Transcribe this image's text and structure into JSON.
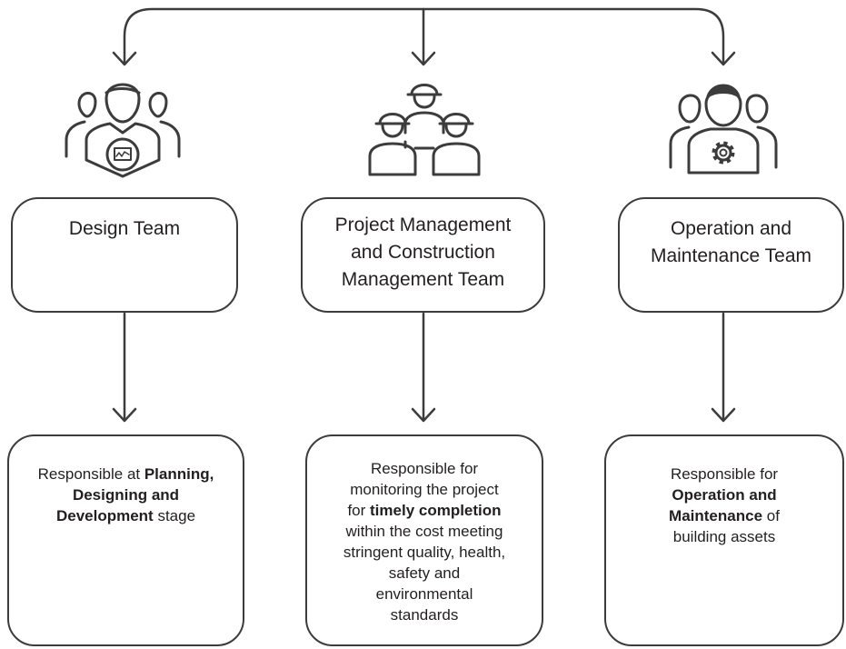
{
  "colors": {
    "stroke": "#3c3c3c",
    "text": "#231f20",
    "background": "#ffffff"
  },
  "teams": [
    {
      "icon": "design-team-icon",
      "name": "Design Team",
      "responsibility": {
        "prefix": "Responsible at ",
        "bold": "Planning, Designing and Development",
        "suffix": " stage"
      }
    },
    {
      "icon": "construction-team-icon",
      "name": "Project Management and Construction Management Team",
      "responsibility": {
        "prefix": "Responsible for monitoring the project for ",
        "bold": "timely completion",
        "suffix": " within the cost meeting stringent quality, health, safety and environmental standards"
      }
    },
    {
      "icon": "maintenance-team-icon",
      "name": "Operation and Maintenance Team",
      "responsibility": {
        "prefix": "Responsible for ",
        "bold": "Operation and Maintenance",
        "suffix": " of building assets"
      }
    }
  ]
}
